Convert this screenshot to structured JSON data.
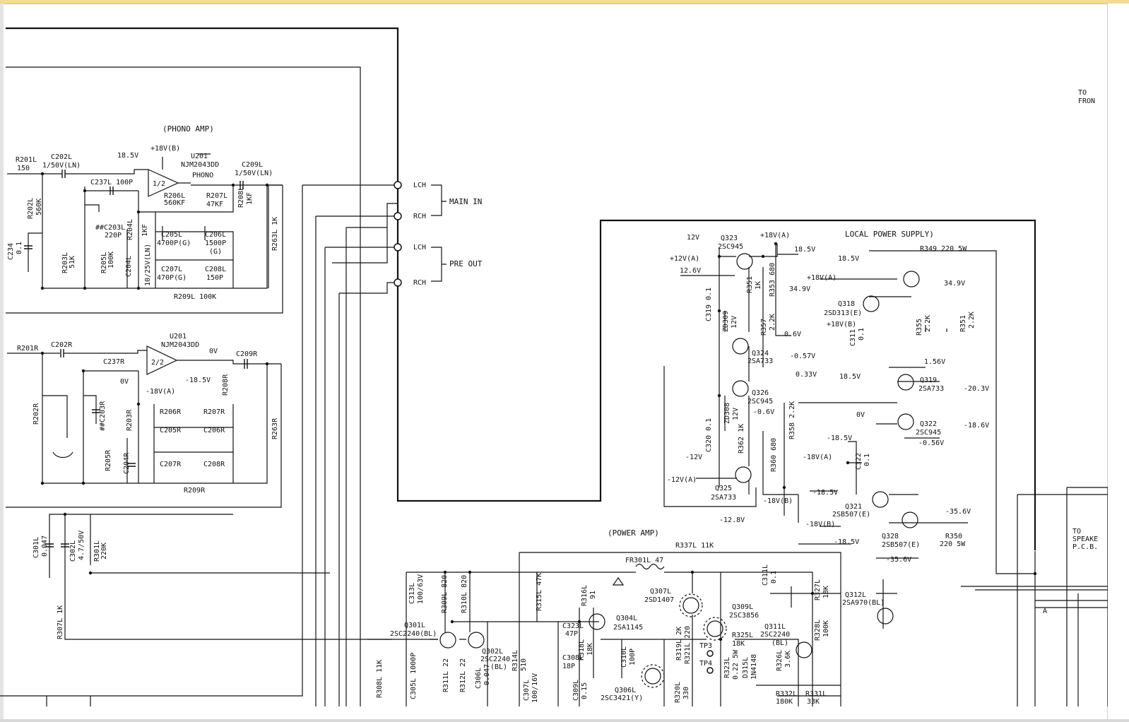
{
  "sections": {
    "phono_amp": "(PHONO AMP)",
    "power_amp": "(POWER AMP)",
    "local_power_supply": "LOCAL POWER SUPPLY)",
    "main_in": "MAIN IN",
    "pre_out": "PRE OUT"
  },
  "edge_notes": {
    "to_front": [
      "TO",
      "FRON"
    ],
    "to_speaker": [
      "TO",
      "SPEAKE",
      "P.C.B."
    ]
  },
  "jacks": [
    {
      "label": "LCH"
    },
    {
      "label": "RCH"
    },
    {
      "label": "LCH"
    },
    {
      "label": "RCH"
    }
  ],
  "labels": [
    "R201L",
    "150",
    "C202L",
    "1/50V(LN)",
    "18.5V",
    "+18V(B)",
    "U201",
    "NJM2043DD",
    "PHONO",
    "C209L",
    "1/50V(LN)",
    "C237L 100P",
    "1/2",
    "R206L",
    "560KF",
    "R207L",
    "47KF",
    "R208L",
    "1KF",
    "R202L",
    "560K",
    "C234",
    "0.1",
    "R203L",
    "51K",
    "R205L",
    "100K",
    "C204L",
    "10/25V(LN)",
    "##C203L",
    "220P",
    "R204L",
    "1KF",
    "C205L",
    "4700P(G)",
    "C206L",
    "1500P",
    "(G)",
    "C207L",
    "470P(G)",
    "C208L",
    "150P",
    "R209L 100K",
    "R263L 1K",
    "R201R",
    "C202R",
    "U201",
    "NJM2043DD",
    "2/2",
    "0V",
    "C209R",
    "C237R",
    "0V",
    "-18.5V",
    "-18V(A)",
    "R208R",
    "R202R",
    "##C203R",
    "R203R",
    "R206R",
    "R207R",
    "C205R",
    "C206R",
    "R205R",
    "C204R",
    "C207R",
    "C208R",
    "R209R",
    "R263R",
    "C301L",
    "0.047",
    "C302L",
    "4.7/50V",
    "R301L",
    "220K",
    "R307L 1K",
    "12V",
    "Q323",
    "2SC945",
    "+18V(A)",
    "18.5V",
    "+12V(A)",
    "12.6V",
    "R351",
    "1K",
    "R353 680",
    "34.9V",
    "C319 0.1",
    "ZD309",
    "12V",
    "R357",
    "2.2K",
    "0.6V",
    "Q324",
    "2SA733",
    "-0.57V",
    "0.33V",
    "Q326",
    "2SC945",
    "-0.6V",
    "ZD308",
    "12V",
    "R358 2.2K",
    "C320 0.1",
    "R362 1K",
    "R360 680",
    "-12V",
    "-12V(A)",
    "Q325",
    "2SA733",
    "-18.5V",
    "-18V(B)",
    "-12.8V",
    "R349 220 5W",
    "18.5V",
    "+18V(A)",
    "34.9V",
    "Q318",
    "2SD313(E)",
    "+18V(B)",
    "C311",
    "0.1",
    "R355",
    "2.2K",
    "R351",
    "2.2K",
    "1.56V",
    "18.5V",
    "Q319",
    "2SA733",
    "-20.3V",
    "0V",
    "Q322",
    "2SC945",
    "-18.6V",
    "-0.56V",
    "-18.5V",
    "-18V(A)",
    "C322",
    "0.1",
    "Q321",
    "2SB507(E)",
    "-18V(B)",
    "-35.6V",
    "Q328",
    "2SB507(E)",
    "R350",
    "220 5W",
    "-18.5V",
    "-35.6V",
    "R337L 11K",
    "FR301L 47",
    "Q307L",
    "2SD1407",
    "Q309L",
    "2SC3856",
    "C311L",
    "0.1",
    "R327L",
    "18K",
    "Q312L",
    "2SA970(BL)",
    "C313L",
    "100/63V",
    "R309L 820",
    "R310L 820",
    "R315L 47K",
    "R316L",
    "91",
    "Q304L",
    "2SA1145",
    "C323L",
    "47P",
    "C308L",
    "18P",
    "R318L",
    "18K",
    "C310L",
    "100P",
    "Q301L",
    "2SC2240(BL)",
    "Q302L",
    "2SC2240",
    "(BL)",
    "R325L",
    "18K",
    "Q311L",
    "2SC2240",
    "(BL)",
    "R328L",
    "100K",
    "TP3",
    "TP4",
    "R323L",
    "0.22 5W",
    "D315L",
    "1N4148",
    "R326L",
    "3.6K",
    "R308L 11K",
    "C305L 1000P",
    "R311L 22",
    "R312L 22",
    "C306L",
    "0.047",
    "R314L",
    "510",
    "C307L",
    "100/16V",
    "C309L",
    "0.15",
    "Q306L",
    "2SC3421(Y)",
    "R320L",
    "330",
    "R319L 2K",
    "R321L 220",
    "R332L",
    "180K",
    "R331L",
    "33K",
    "A"
  ]
}
